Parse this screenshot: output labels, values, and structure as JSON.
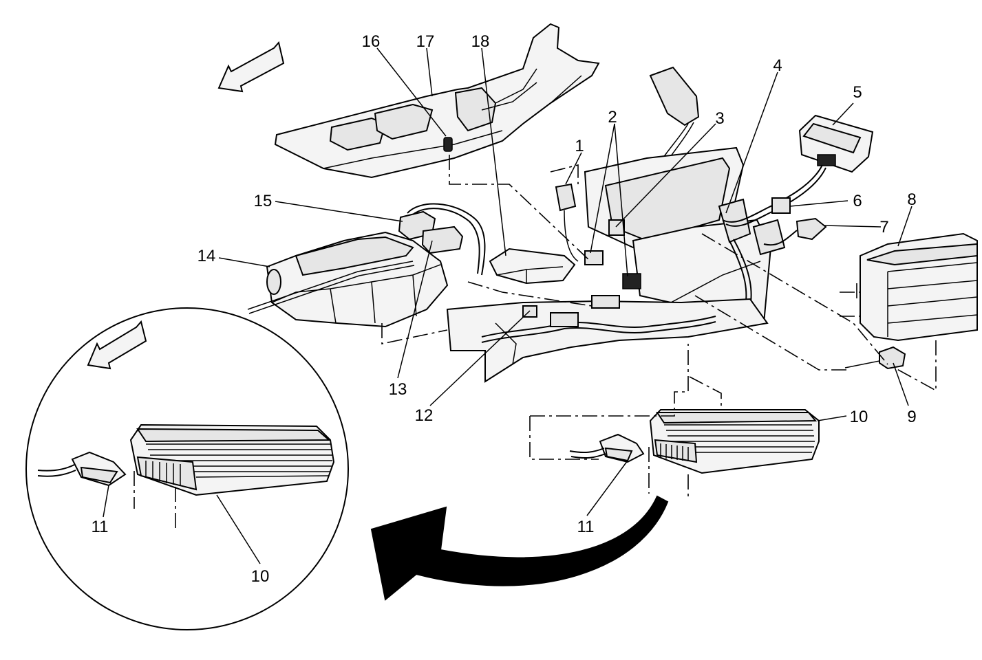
{
  "callouts": [
    "1",
    "2",
    "3",
    "4",
    "5",
    "6",
    "7",
    "8",
    "9",
    "10",
    "11",
    "12",
    "13",
    "14",
    "15",
    "16",
    "17",
    "18"
  ],
  "inset_callouts": {
    "connector": "11",
    "module": "10"
  },
  "main_callouts": {
    "connector": "11",
    "module": "10"
  }
}
